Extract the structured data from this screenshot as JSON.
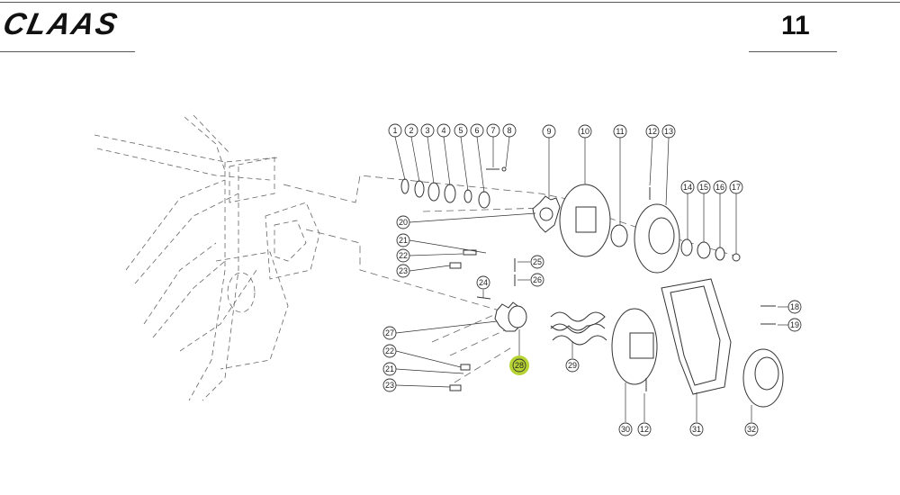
{
  "header": {
    "brand": "CLAAS",
    "page_number": "11"
  },
  "accent_color": "#b5d332",
  "callouts": [
    {
      "label": "1"
    },
    {
      "label": "2"
    },
    {
      "label": "3"
    },
    {
      "label": "4"
    },
    {
      "label": "5"
    },
    {
      "label": "6"
    },
    {
      "label": "7"
    },
    {
      "label": "8"
    },
    {
      "label": "9"
    },
    {
      "label": "10"
    },
    {
      "label": "11"
    },
    {
      "label": "12"
    },
    {
      "label": "13"
    },
    {
      "label": "14"
    },
    {
      "label": "15"
    },
    {
      "label": "16"
    },
    {
      "label": "17"
    },
    {
      "label": "18"
    },
    {
      "label": "19"
    },
    {
      "label": "20"
    },
    {
      "label": "21"
    },
    {
      "label": "22"
    },
    {
      "label": "23"
    },
    {
      "label": "24"
    },
    {
      "label": "25"
    },
    {
      "label": "26"
    },
    {
      "label": "27"
    },
    {
      "label": "22"
    },
    {
      "label": "21"
    },
    {
      "label": "23"
    },
    {
      "label": "28",
      "highlighted": true
    },
    {
      "label": "29"
    },
    {
      "label": "30"
    },
    {
      "label": "12"
    },
    {
      "label": "31"
    },
    {
      "label": "32"
    }
  ]
}
